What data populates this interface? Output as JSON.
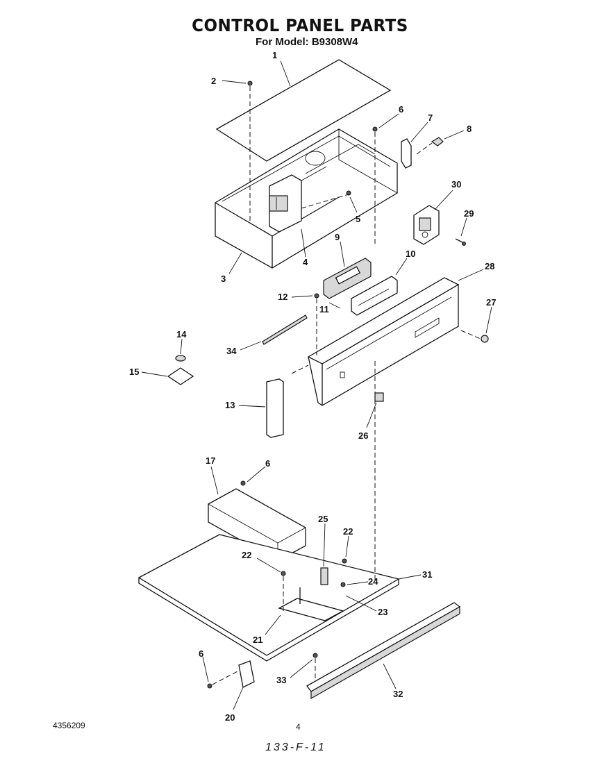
{
  "title": "CONTROL PANEL PARTS",
  "subtitle": "For Model: B9308W4",
  "footer": {
    "part_number": "4356209",
    "page": "4",
    "handwritten_code": "133-F-11"
  },
  "callouts": [
    "1",
    "2",
    "3",
    "4",
    "5",
    "6",
    "7",
    "8",
    "9",
    "10",
    "11",
    "12",
    "13",
    "14",
    "15",
    "17",
    "6",
    "25",
    "22",
    "22",
    "24",
    "31",
    "23",
    "21",
    "6",
    "20",
    "33",
    "32",
    "26",
    "27",
    "28",
    "29",
    "30",
    "34"
  ]
}
